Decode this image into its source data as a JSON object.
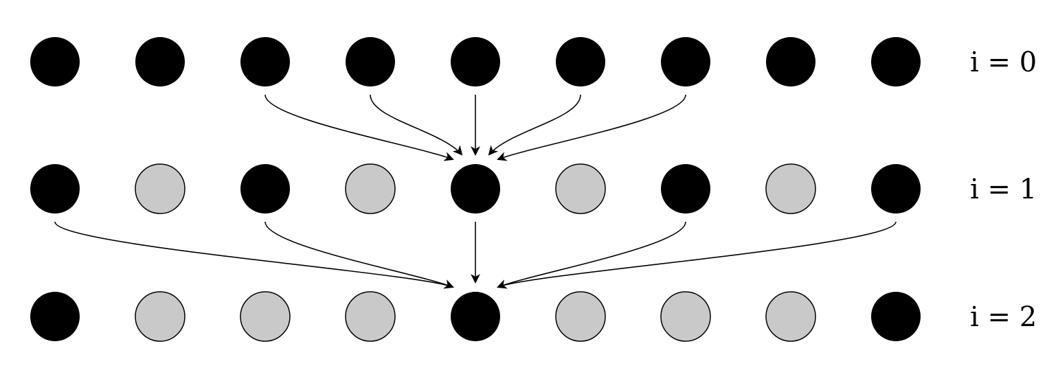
{
  "diagram": {
    "columns": 9,
    "colors": {
      "active": "#000000",
      "inactive": "#c9c9c9",
      "stroke": "#000000",
      "background": "#ffffff"
    },
    "rows": [
      {
        "label": "i = 0",
        "states": [
          "active",
          "active",
          "active",
          "active",
          "active",
          "active",
          "active",
          "active",
          "active"
        ]
      },
      {
        "label": "i = 1",
        "states": [
          "active",
          "inactive",
          "active",
          "inactive",
          "active",
          "inactive",
          "active",
          "inactive",
          "active"
        ]
      },
      {
        "label": "i = 2",
        "states": [
          "active",
          "inactive",
          "inactive",
          "inactive",
          "active",
          "inactive",
          "inactive",
          "inactive",
          "active"
        ]
      }
    ],
    "edges": [
      {
        "from_row": 0,
        "from_col": 2,
        "to_row": 1,
        "to_col": 4
      },
      {
        "from_row": 0,
        "from_col": 3,
        "to_row": 1,
        "to_col": 4
      },
      {
        "from_row": 0,
        "from_col": 4,
        "to_row": 1,
        "to_col": 4
      },
      {
        "from_row": 0,
        "from_col": 5,
        "to_row": 1,
        "to_col": 4
      },
      {
        "from_row": 0,
        "from_col": 6,
        "to_row": 1,
        "to_col": 4
      },
      {
        "from_row": 1,
        "from_col": 0,
        "to_row": 2,
        "to_col": 4
      },
      {
        "from_row": 1,
        "from_col": 2,
        "to_row": 2,
        "to_col": 4
      },
      {
        "from_row": 1,
        "from_col": 4,
        "to_row": 2,
        "to_col": 4
      },
      {
        "from_row": 1,
        "from_col": 6,
        "to_row": 2,
        "to_col": 4
      },
      {
        "from_row": 1,
        "from_col": 8,
        "to_row": 2,
        "to_col": 4
      }
    ]
  }
}
